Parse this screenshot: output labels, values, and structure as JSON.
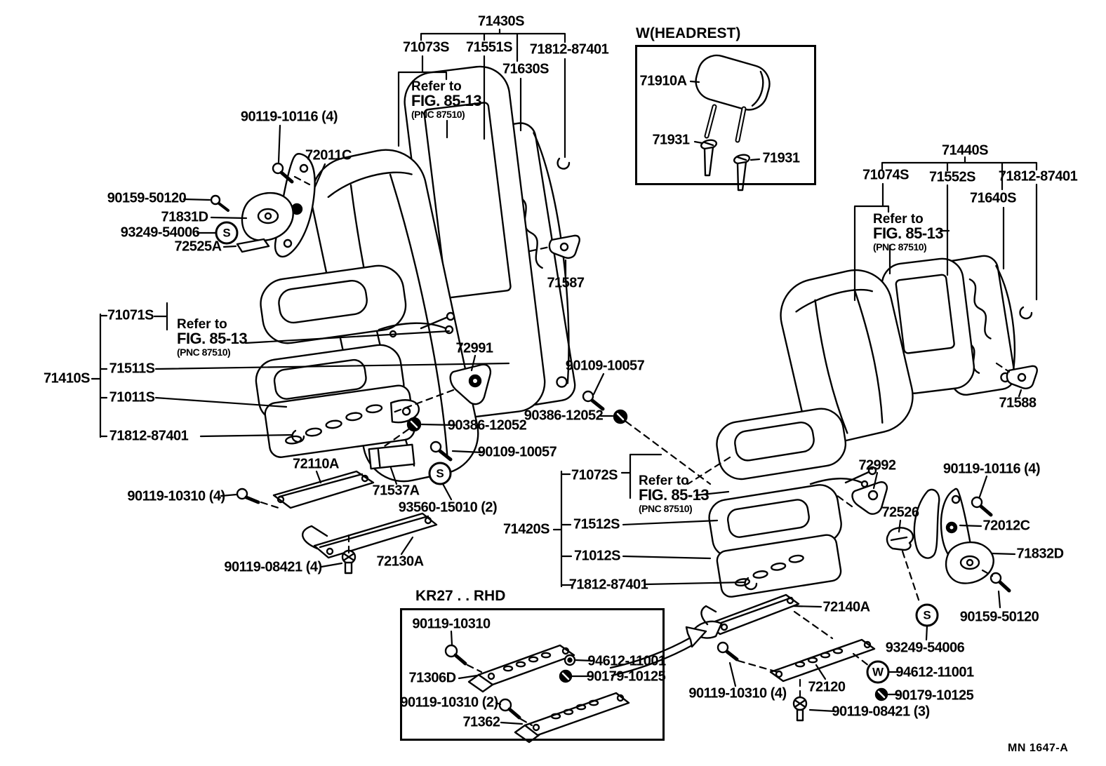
{
  "figure": {
    "code": "MN  1647-A"
  },
  "panels": {
    "headrest": {
      "title": "W(HEADREST)"
    },
    "kr27": {
      "title": "KR27 . . RHD"
    }
  },
  "refer_note": {
    "line1": "Refer to",
    "line2": "FIG. 85-13",
    "line3": "(PNC 87510)"
  },
  "markers": {
    "s": "S",
    "w": "W"
  },
  "parts": {
    "p71430s": "71430S",
    "p71073s": "71073S",
    "p71551s": "71551S",
    "p71812_87401": "71812-87401",
    "p71630s": "71630S",
    "p90119_10116_4": "90119-10116 (4)",
    "p72011c": "72011C",
    "p90159_50120": "90159-50120",
    "p71831d": "71831D",
    "p93249_54006": "93249-54006",
    "p72525a": "72525A",
    "p71587": "71587",
    "p71071s": "71071S",
    "p71511s": "71511S",
    "p71011s": "71011S",
    "p71410s": "71410S",
    "p72991": "72991",
    "p90386_12052": "90386-12052",
    "p90109_10057": "90109-10057",
    "p72110a": "72110A",
    "p90119_10310_4": "90119-10310 (4)",
    "p71537a": "71537A",
    "p93560_15010_2": "93560-15010 (2)",
    "p72130a": "72130A",
    "p90119_08421_4": "90119-08421 (4)",
    "p90119_10310": "90119-10310",
    "p71306d": "71306D",
    "p94612_11001": "94612-11001",
    "p90179_10125": "90179-10125",
    "p90119_10310_2": "90119-10310 (2)",
    "p71362": "71362",
    "p71910a": "71910A",
    "p71931": "71931",
    "p71440s": "71440S",
    "p71074s": "71074S",
    "p71552s": "71552S",
    "p71640s": "71640S",
    "p71588": "71588",
    "p71072s": "71072S",
    "p71420s": "71420S",
    "p71512s": "71512S",
    "p71012s": "71012S",
    "p72992": "72992",
    "p72526": "72526",
    "p72012c": "72012C",
    "p71832d": "71832D",
    "p72140a": "72140A",
    "p72120": "72120",
    "p90119_08421_3": "90119-08421 (3)"
  }
}
